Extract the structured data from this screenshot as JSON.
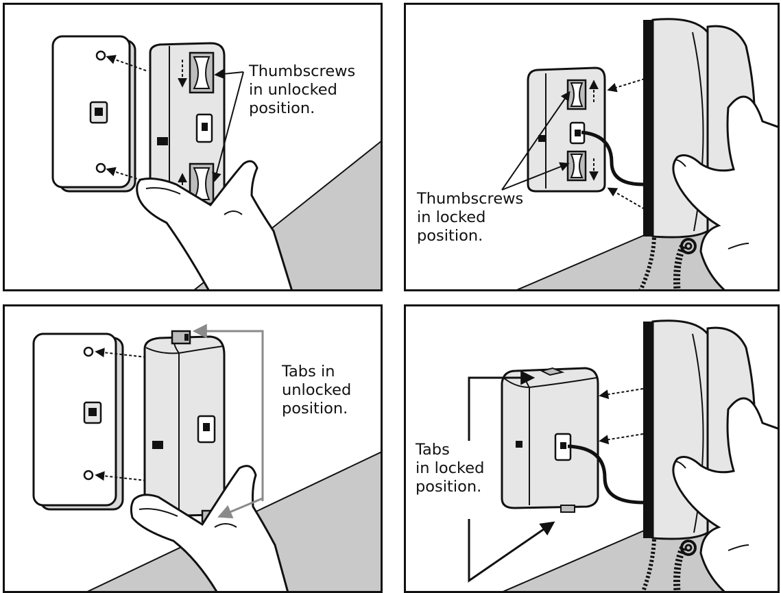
{
  "colors": {
    "line": "#111111",
    "fill_light": "#e6e6e6",
    "floor_gray": "#c9c9c9",
    "highlight_arrow": "#8a8a8a"
  },
  "panels": [
    {
      "icons": [
        "wall-plate-icon",
        "adapter-unlocked-icon",
        "hand-icon",
        "thumbscrew-icon"
      ],
      "caption": [
        "Thumbscrews",
        "in unlocked",
        "position."
      ]
    },
    {
      "icons": [
        "adapter-locked-icon",
        "phone-handset-icon",
        "coiled-cord-icon",
        "hand-icon"
      ],
      "caption": [
        "Thumbscrews",
        "in locked",
        "position."
      ]
    },
    {
      "icons": [
        "wall-plate-icon",
        "adapter-unlocked-icon",
        "hand-icon",
        "tab-icon"
      ],
      "caption": [
        "Tabs in",
        "unlocked",
        "position."
      ]
    },
    {
      "icons": [
        "adapter-locked-icon",
        "phone-handset-icon",
        "coiled-cord-icon",
        "hand-icon"
      ],
      "caption": [
        "Tabs",
        "in locked",
        "position."
      ]
    }
  ]
}
